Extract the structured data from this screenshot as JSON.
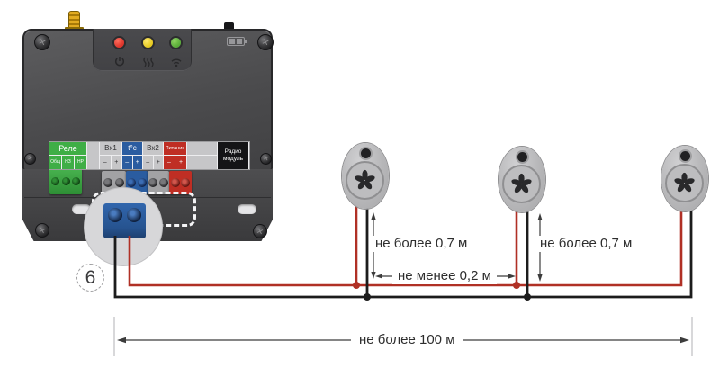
{
  "callout": {
    "number": "6"
  },
  "dimensions": {
    "sensor_height_1": "не более 0,7 м",
    "sensor_height_2": "не более 0,7 м",
    "sensor_spacing": "не менее 0,2 м",
    "total_length": "не более 100 м"
  },
  "device": {
    "strip": {
      "relay": {
        "label": "Реле",
        "cells": [
          "Общ",
          "НЗ",
          "НР"
        ]
      },
      "in1": {
        "label": "Вх1",
        "cells": [
          "–",
          "+"
        ]
      },
      "tsens": {
        "label": "t°c",
        "cells": [
          "–",
          "+"
        ]
      },
      "in2": {
        "label": "Вх2",
        "cells": [
          "–",
          "+"
        ]
      },
      "power": {
        "label": "Питание",
        "cells": [
          "–",
          "+"
        ]
      },
      "radio": {
        "line1": "Радио",
        "line2": "модуль"
      }
    },
    "leds": [
      {
        "name": "power-led",
        "color": "#e02020"
      },
      {
        "name": "heating-led",
        "color": "#f0d000"
      },
      {
        "name": "link-led",
        "color": "#58b830"
      }
    ]
  },
  "sensors": [
    {
      "name": "temp-sensor-1"
    },
    {
      "name": "temp-sensor-2"
    },
    {
      "name": "temp-sensor-3"
    }
  ],
  "colors": {
    "wire_red": "#b03025",
    "wire_black": "#1c1c1c",
    "relay_green": "#3fae46",
    "tsensor_blue": "#2a5ca0",
    "power_red": "#bf2e24",
    "device_gray": "#4b4b4d"
  }
}
